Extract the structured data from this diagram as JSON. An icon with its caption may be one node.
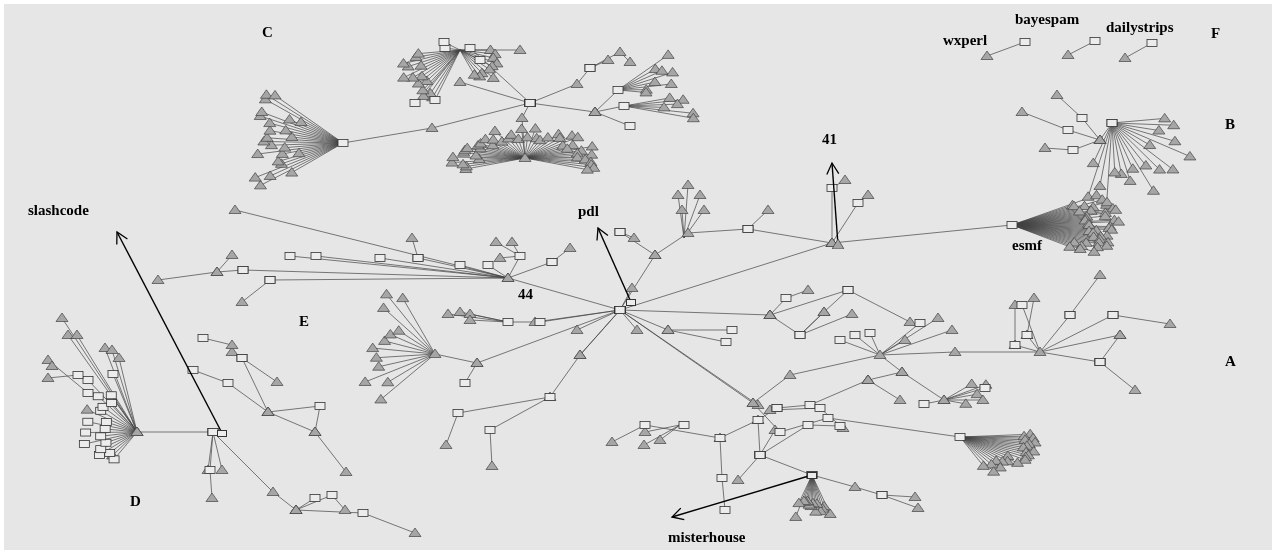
{
  "diagram": {
    "nodes": [
      {
        "text": [
          "slashcode"
        ]
      },
      {
        "text": [],
        "shape": "box"
      },
      {
        "text": [
          "pdl"
        ]
      },
      {
        "text": [],
        "shape": "box"
      },
      {
        "text": [
          "41"
        ]
      },
      {
        "text": [],
        "shape": "triangle"
      },
      {
        "text": [
          "misterhouse"
        ]
      },
      {
        "text": [],
        "shape": "box"
      }
    ],
    "edges": [
      {
        "from": 1,
        "to": 0,
        "arrow": "to"
      },
      {
        "from": 3,
        "to": 2,
        "arrow": "to"
      },
      {
        "from": 5,
        "to": 4,
        "arrow": "to"
      },
      {
        "from": 7,
        "to": 6,
        "arrow": "to"
      }
    ],
    "labels": [
      "C",
      "wxperl",
      "bayespam",
      "dailystrips",
      "F",
      "B",
      "esmf",
      "44",
      "E",
      "A",
      "D"
    ]
  }
}
